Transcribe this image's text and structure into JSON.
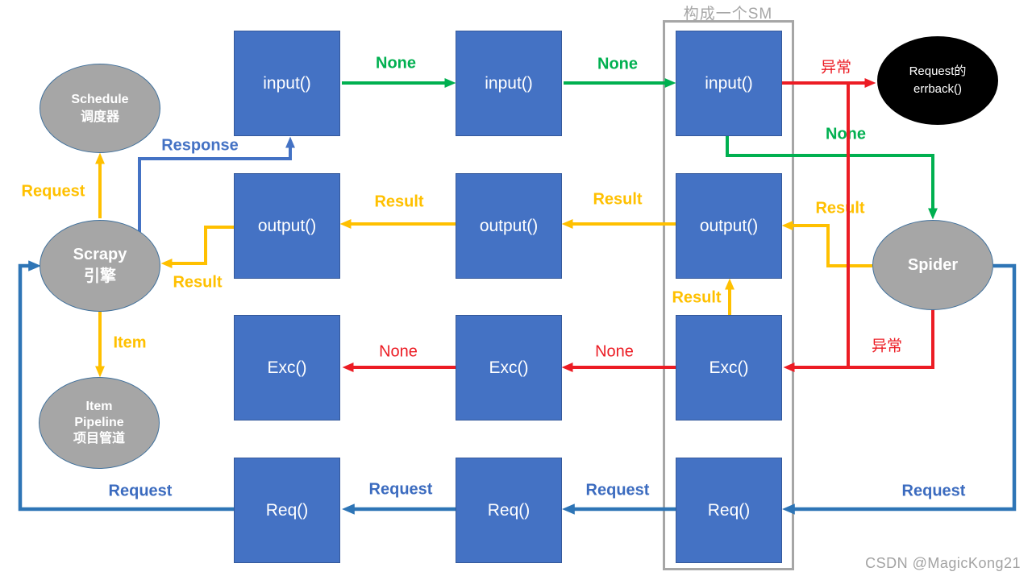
{
  "title": "构成一个SM",
  "watermark": "CSDN @MagicKong21",
  "colors": {
    "box_fill": "#4472C4",
    "ellipse_fill": "#A6A6A6",
    "group_border": "#A6A6A6",
    "arrow_green": "#00B050",
    "arrow_yellow": "#FFC000",
    "arrow_red": "#EC1C24",
    "arrow_blue": "#2E75B6",
    "arrow_royal_blue": "#4472C4",
    "errback_fill": "#000000"
  },
  "boxes": [
    {
      "id": "input-1",
      "label": "input()"
    },
    {
      "id": "input-2",
      "label": "input()"
    },
    {
      "id": "input-3",
      "label": "input()"
    },
    {
      "id": "output-1",
      "label": "output()"
    },
    {
      "id": "output-2",
      "label": "output()"
    },
    {
      "id": "output-3",
      "label": "output()"
    },
    {
      "id": "exc-1",
      "label": "Exc()"
    },
    {
      "id": "exc-2",
      "label": "Exc()"
    },
    {
      "id": "exc-3",
      "label": "Exc()"
    },
    {
      "id": "req-1",
      "label": "Req()"
    },
    {
      "id": "req-2",
      "label": "Req()"
    },
    {
      "id": "req-3",
      "label": "Req()"
    }
  ],
  "ellipses": {
    "schedule": {
      "lines": [
        "Schedule",
        "调度器"
      ]
    },
    "engine": {
      "lines": [
        "Scrapy",
        "引擎"
      ]
    },
    "pipeline": {
      "lines": [
        "Item",
        "Pipeline",
        "项目管道"
      ]
    },
    "spider": {
      "lines": [
        "Spider"
      ]
    },
    "errback": {
      "lines": [
        "Request的",
        "errback()"
      ]
    }
  },
  "arrow_labels": [
    {
      "text": "None",
      "color": "green"
    },
    {
      "text": "None",
      "color": "green"
    },
    {
      "text": "None",
      "color": "green"
    },
    {
      "text": "异常",
      "color": "red"
    },
    {
      "text": "异常",
      "color": "red"
    },
    {
      "text": "None",
      "color": "red"
    },
    {
      "text": "None",
      "color": "red"
    },
    {
      "text": "Result",
      "color": "yellow"
    },
    {
      "text": "Result",
      "color": "yellow"
    },
    {
      "text": "Result",
      "color": "yellow"
    },
    {
      "text": "Result",
      "color": "yellow"
    },
    {
      "text": "Result",
      "color": "yellow"
    },
    {
      "text": "Request",
      "color": "yellow"
    },
    {
      "text": "Item",
      "color": "yellow"
    },
    {
      "text": "Response",
      "color": "royal-blue"
    },
    {
      "text": "Request",
      "color": "blue"
    },
    {
      "text": "Request",
      "color": "blue"
    },
    {
      "text": "Request",
      "color": "blue"
    },
    {
      "text": "Request",
      "color": "blue"
    }
  ]
}
